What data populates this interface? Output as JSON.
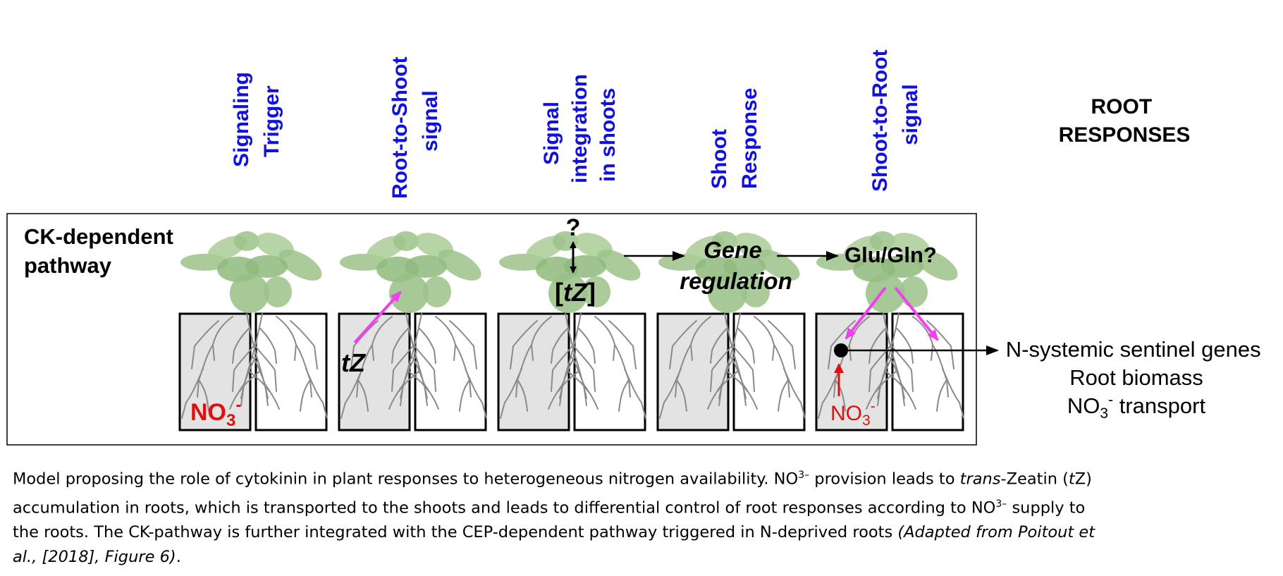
{
  "headers": [
    {
      "line1": "Signaling",
      "line2": "Trigger"
    },
    {
      "line1": "Root-to-Shoot",
      "line2": "signal"
    },
    {
      "line1": "Signal",
      "line2": "integration",
      "line3": "in shoots"
    },
    {
      "line1": "Shoot",
      "line2": "Response"
    },
    {
      "line1": "Shoot-to-Root",
      "line2": "signal"
    }
  ],
  "root_responses_title": {
    "line1": "ROOT",
    "line2": "RESPONSES"
  },
  "pathway_label": {
    "line1": "CK-dependent",
    "line2": "pathway"
  },
  "labels": {
    "no3_base": "NO",
    "no3_sub": "3",
    "no3_sup": "-",
    "tz": "tZ",
    "question": "?",
    "tz_bracket_open": "[",
    "tz_bracket_close": "]",
    "gene_line1": "Gene",
    "gene_line2": "regulation",
    "gluGln": "Glu/Gln?"
  },
  "responses": {
    "line1": "N-systemic sentinel genes",
    "line2": "Root biomass",
    "line3_base": "NO",
    "line3_sub": "3",
    "line3_sup": "-",
    "line3_rest": " transport"
  },
  "caption": {
    "p1": "Model proposing the role of cytokinin in plant responses to heterogeneous nitrogen availability. NO",
    "sup1": "3–",
    "p2": " provision leads to ",
    "italic1": "trans",
    "p3": "-Zeatin (",
    "italic2": "t",
    "p4": "Z) accumulation in roots, which is transported to the shoots and leads to differential control of root responses according to NO",
    "sup2": "3–",
    "p5": " supply to the roots. The CK-pathway is further integrated with the CEP-dependent pathway triggered in N-deprived roots ",
    "italic3": "(Adapted from Poitout et al., [2018], Figure 6)",
    "p6": "."
  },
  "colors": {
    "header_blue": "#1010e0",
    "nitrate_red": "#e01010",
    "arrow_magenta": "#f040f0",
    "leaf_green": "#9cc28a",
    "box_gray": "#e3e3e3"
  }
}
